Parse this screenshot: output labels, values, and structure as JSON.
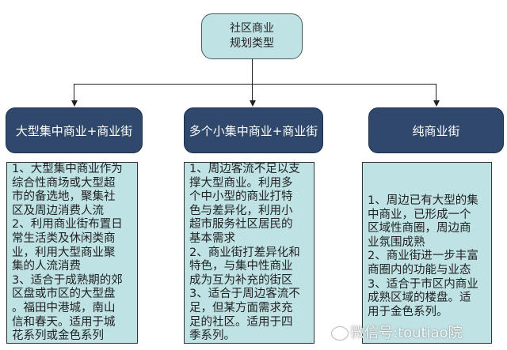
{
  "root": {
    "lines": [
      "社区商业",
      "规划类型"
    ]
  },
  "categories": [
    {
      "title": "大型集中商业+商业街",
      "lines": [
        "1、大型集中商业作为",
        "综合性商场或大型超",
        "市的备选地，聚集社",
        "区及周边消费人流",
        "2、利用商业街布置日",
        "常生活类及休闲类商",
        "业，利用大型商业聚",
        "集的人流消费",
        "3、适合于成熟期的郊",
        "区盘或市区的大型盘",
        "。福田中港城，南山",
        "信和春天。适用于城",
        "花系列或金色系列"
      ]
    },
    {
      "title": "多个小集中商业+商业街",
      "lines": [
        "1、周边客流不足以支",
        "撑大型商业。利用多",
        "个中小型的商业打特",
        "色与差异化，利用小",
        "超市服务社区居民的",
        "基本需求",
        "2、商业街打差异化和",
        "特色，与集中性商业",
        "成为互为补充的街区",
        "3、适合于周边客流不",
        "足，但某方面需求充",
        "足的社区。适用于四",
        "季系列。"
      ]
    },
    {
      "title": "纯商业街",
      "lines": [
        "1、周边已有大型的集",
        "中商业，已形成一个",
        "区域性商圈，周边商",
        "业氛围成熟",
        "2、商业街进一步丰富",
        "商圈内的功能与业态",
        "3、适合于市区内商业",
        "成熟区域的楼盘。适",
        "用于金色系列。"
      ]
    }
  ],
  "watermark": "微信号:toutiao院",
  "colors": {
    "dark_box": "#2f486b",
    "light_box": "#bfe2e4"
  }
}
